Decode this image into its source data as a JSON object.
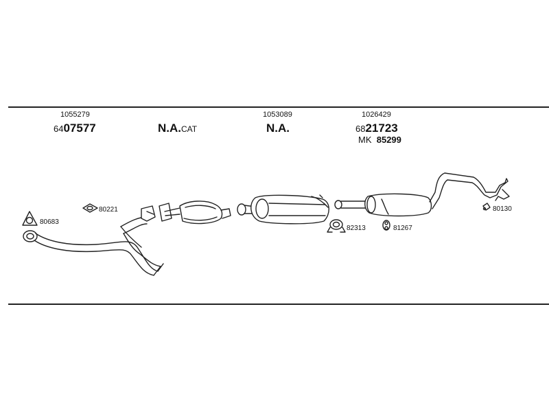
{
  "header_labels": {
    "front_pipe_part_no": "1055279",
    "front_pipe_code_prefix": "64",
    "front_pipe_code_main": "07577",
    "cat_na": "N.A.",
    "cat_suffix": "CAT",
    "middle_part_no": "1053089",
    "middle_na": "N.A.",
    "rear_part_no": "1026429",
    "rear_code_prefix": "68",
    "rear_code_main": "21723",
    "rear_mk_prefix": "MK",
    "rear_mk_code": "85299"
  },
  "parts": {
    "gasket_ring": "80683",
    "gasket_flange": "80221",
    "clamp": "82313",
    "rubber_ring": "81267",
    "hanger": "80130"
  }
}
